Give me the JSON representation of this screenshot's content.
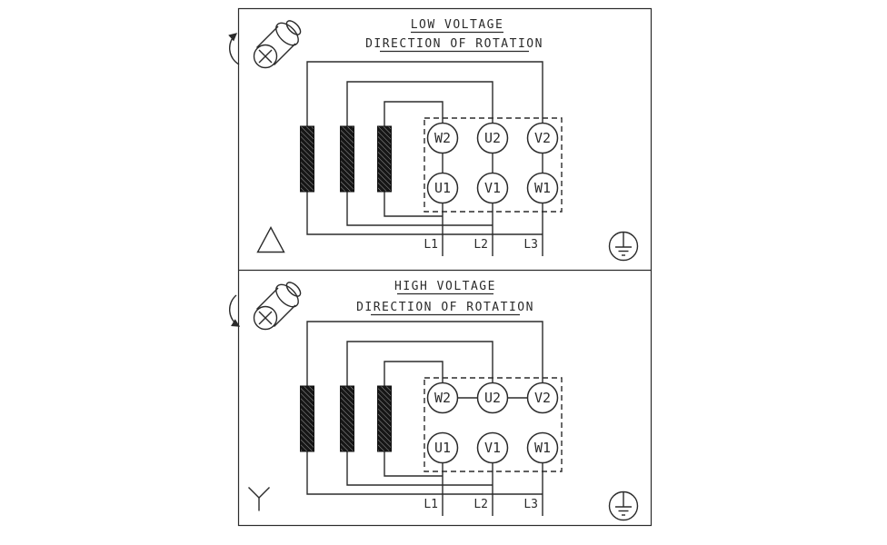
{
  "colors": {
    "background": "#ffffff",
    "line": "#2b2b2b"
  },
  "panels": [
    {
      "title": "LOW VOLTAGE",
      "subtitle": "DIRECTION OF ROTATION",
      "terminals_top": [
        "W2",
        "U2",
        "V2"
      ],
      "terminals_bottom": [
        "U1",
        "V1",
        "W1"
      ],
      "leads": [
        "L1",
        "L2",
        "L3"
      ],
      "icons": {
        "connection": "delta-icon",
        "ground": "earth-ground-icon",
        "rotation": "shaft-rotation-icon"
      }
    },
    {
      "title": "HIGH VOLTAGE",
      "subtitle": "DIRECTION OF ROTATION",
      "terminals_top": [
        "W2",
        "U2",
        "V2"
      ],
      "terminals_bottom": [
        "U1",
        "V1",
        "W1"
      ],
      "leads": [
        "L1",
        "L2",
        "L3"
      ],
      "icons": {
        "connection": "wye-icon",
        "ground": "earth-ground-icon",
        "rotation": "shaft-rotation-icon"
      }
    }
  ]
}
